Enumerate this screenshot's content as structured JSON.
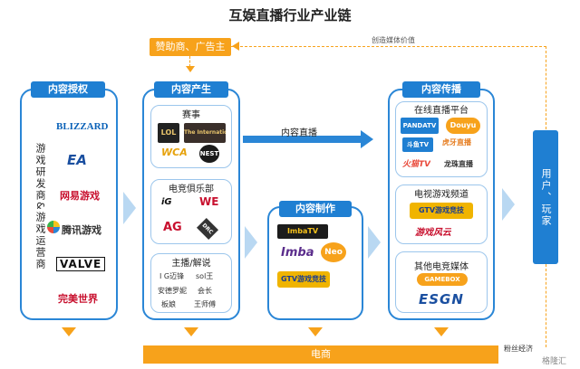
{
  "title": "互娱直播行业产业链",
  "sponsor_box": "赞助商、广告主",
  "create_value": "创造媒体价值",
  "ecommerce": "电商",
  "fans_economy": "粉丝经济",
  "watermark": "格隆汇",
  "users": "用户、玩家",
  "live_stream_arrow": "内容直播",
  "col1": {
    "header": "内容授权",
    "vertical_label": "游戏研发商&游戏运营商",
    "logos": [
      "BLIZZARD",
      "EA",
      "网易游戏",
      "腾讯游戏",
      "VALVE",
      "完美世界"
    ]
  },
  "col2": {
    "header": "内容产生",
    "events": {
      "label": "赛事",
      "logos": [
        "LOL",
        "The International",
        "WCA",
        "NEST"
      ]
    },
    "clubs": {
      "label": "电竞俱乐部",
      "logos": [
        "iG",
        "WE",
        "AG",
        "DRC"
      ]
    },
    "hosts": {
      "label": "主播/解说",
      "names": [
        "I G迈锋",
        "sol王",
        "安德罗妮",
        "会长",
        "板娘",
        "王师傅"
      ]
    }
  },
  "col3": {
    "header": "内容制作",
    "logos": [
      "ImbaTV",
      "Imba",
      "Neo",
      "GTV游戏竞技"
    ]
  },
  "col4": {
    "header": "内容传播",
    "live": {
      "label": "在线直播平台",
      "logos": [
        "PANDATV",
        "Douyu",
        "虎牙直播",
        "斗鱼TV",
        "火猫TV",
        "龙珠直播"
      ]
    },
    "tv": {
      "label": "电视游戏频道",
      "logos": [
        "GTV游戏竞技",
        "游戏风云"
      ]
    },
    "media": {
      "label": "其他电竞媒体",
      "logos": [
        "GAMEBOX",
        "ESGN"
      ]
    }
  }
}
